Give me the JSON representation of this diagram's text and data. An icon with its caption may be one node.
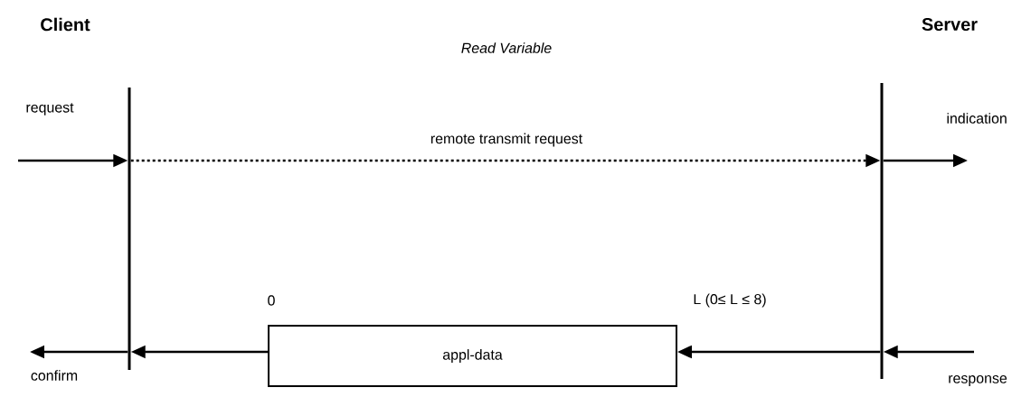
{
  "diagram": {
    "title": "Read Variable",
    "nodes": [
      {
        "text": [
          "Client"
        ]
      },
      {
        "text": [
          "Server"
        ]
      },
      {
        "text": [
          "appl-data"
        ],
        "beside": [
          "0",
          "L (0≤ L ≤ 8)"
        ]
      }
    ],
    "edges": [
      {
        "from": null,
        "to": 0,
        "arrow": "to",
        "label": "request"
      },
      {
        "from": 0,
        "to": 1,
        "arrow": "to",
        "label": "remote transmit request",
        "style": "dashed"
      },
      {
        "from": 1,
        "to": null,
        "arrow": "to",
        "label": "indication"
      },
      {
        "from": null,
        "to": 1,
        "arrow": "to",
        "label": "response"
      },
      {
        "from": 1,
        "to": 2,
        "arrow": "to"
      },
      {
        "from": 2,
        "to": 0,
        "arrow": "to"
      },
      {
        "from": 0,
        "to": null,
        "arrow": "to",
        "label": "confirm"
      }
    ]
  }
}
